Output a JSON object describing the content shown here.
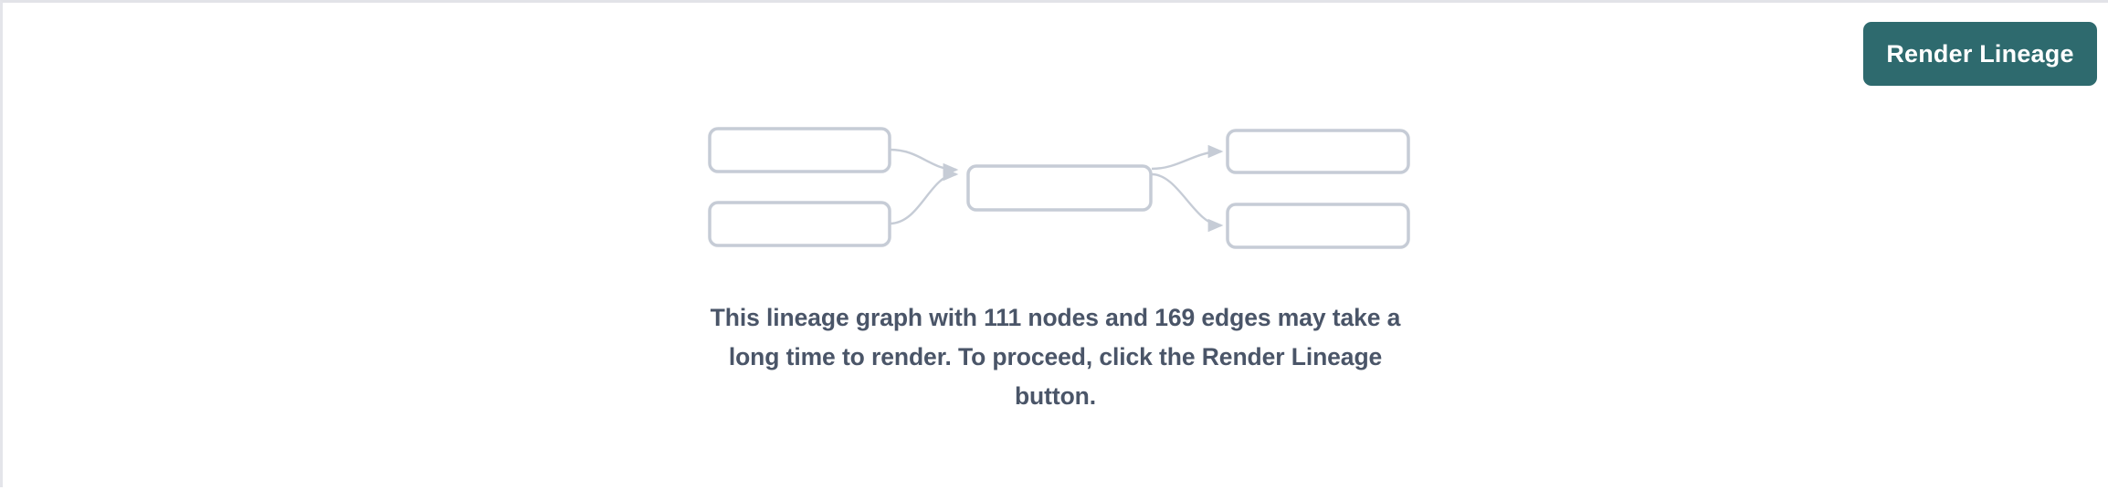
{
  "panel": {
    "background_color": "#ffffff",
    "border_color": "#e2e3e8"
  },
  "toolbar": {
    "render_button_label": "Render Lineage",
    "render_button_color": "#2e6a6e",
    "render_button_text_color": "#ffffff"
  },
  "graph_placeholder": {
    "node_border_color": "#c6ccd6",
    "edge_color": "#c6ccd6",
    "nodes": [
      {
        "id": "left-top",
        "label": ""
      },
      {
        "id": "left-bottom",
        "label": ""
      },
      {
        "id": "center",
        "label": ""
      },
      {
        "id": "right-top",
        "label": ""
      },
      {
        "id": "right-bottom",
        "label": ""
      }
    ],
    "edges": [
      {
        "from": "left-top",
        "to": "center"
      },
      {
        "from": "left-bottom",
        "to": "center"
      },
      {
        "from": "center",
        "to": "right-top"
      },
      {
        "from": "center",
        "to": "right-bottom"
      }
    ]
  },
  "message": {
    "text": "This lineage graph with 111 nodes and 169 edges may take a long time to render. To proceed, click the Render Lineage button.",
    "node_count": 111,
    "edge_count": 169,
    "text_color": "#4a5568"
  }
}
